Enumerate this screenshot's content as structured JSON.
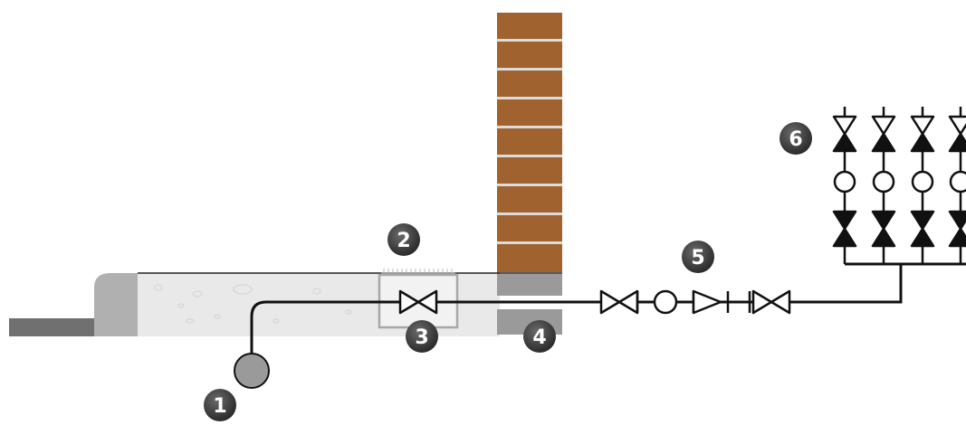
{
  "markers": {
    "m1": "1",
    "m2": "2",
    "m3": "3",
    "m4": "4",
    "m5": "5",
    "m6": "6"
  },
  "colors": {
    "pipe": "#111111",
    "brick": "#a0622e",
    "mortar": "#dcdcdc",
    "slab": "#e9e9e9",
    "curb": "#b0b0b0",
    "road": "#707070",
    "meter": "#9a9a9a",
    "badge": "#3a3a3a",
    "sleeve": "#a8a8a8"
  }
}
